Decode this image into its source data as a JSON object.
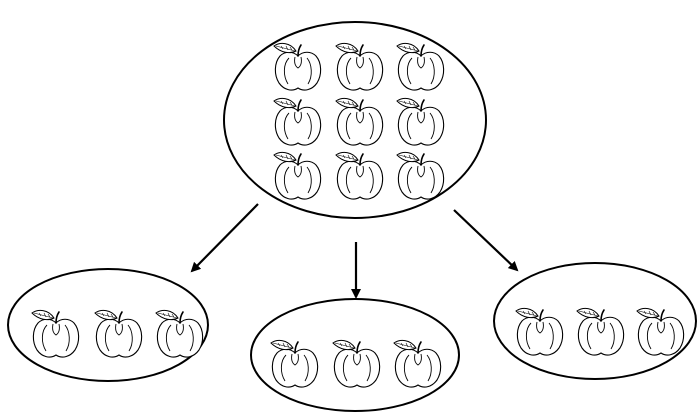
{
  "diagram": {
    "kind": "division-grouping",
    "item_icon": "apple-icon",
    "total_items": 9,
    "group_count": 3,
    "items_per_group": 3,
    "colors": {
      "stroke": "#000000",
      "background": "#ffffff"
    }
  }
}
